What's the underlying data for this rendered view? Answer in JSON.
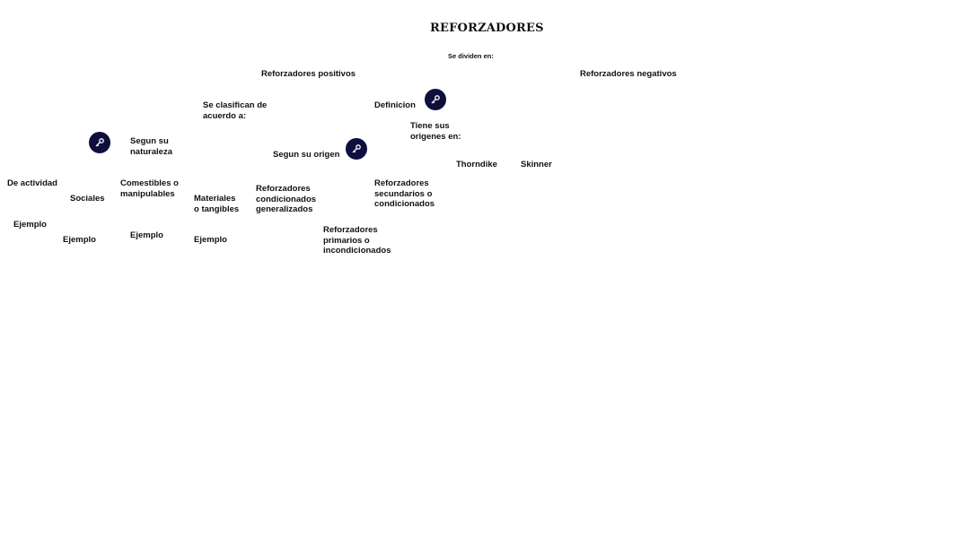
{
  "title": "REFORZADORES",
  "nodes": {
    "se_dividen": "Se dividen en:",
    "positivos": "Reforzadores positivos",
    "negativos": "Reforzadores negativos",
    "clasifican": "Se clasifican de\nacuerdo a:",
    "definicion": "Definicion",
    "tiene_origenes": "Tiene sus\norigenes en:",
    "naturaleza": "Segun su\nnaturaleza",
    "origen": "Segun su origen",
    "thorndike": "Thorndike",
    "skinner": "Skinner",
    "actividad": "De actividad",
    "sociales": "Sociales",
    "comestibles": "Comestibles o\nmanipulables",
    "materiales": "Materiales\no tangibles",
    "generalizados": "Reforzadores\ncondicionados\ngeneralizados",
    "secundarios": "Reforzadores\nsecundarios o\ncondicionados",
    "primarios": "Reforzadores\nprimarios o\nincondicionados",
    "ejemplo1": "Ejemplo",
    "ejemplo2": "Ejemplo",
    "ejemplo3": "Ejemplo",
    "ejemplo4": "Ejemplo"
  },
  "icons": {
    "key": "key-icon",
    "key_bg": "#0e0f3d"
  }
}
